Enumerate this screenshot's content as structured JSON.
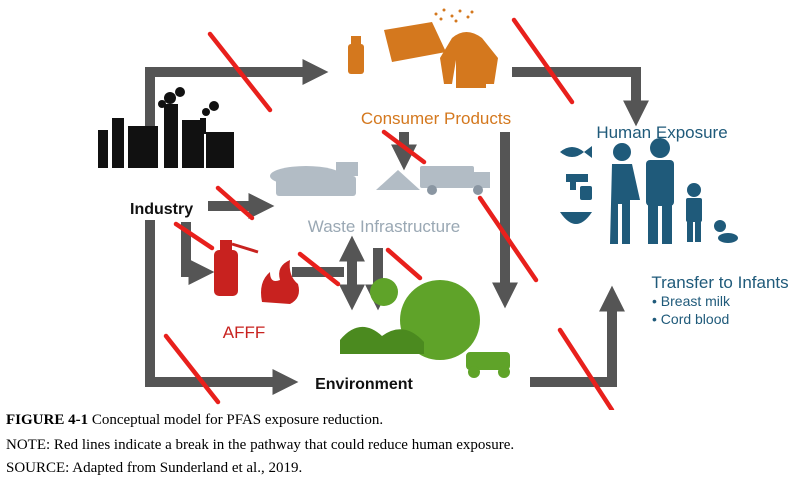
{
  "nodes": {
    "consumer_products": "Consumer Products",
    "human_exposure": "Human Exposure",
    "industry": "Industry",
    "waste_infrastructure": "Waste Infrastructure",
    "afff": "AFFF",
    "environment": "Environment",
    "transfer_to_infants": "Transfer to Infants",
    "transfer_items": [
      "• Breast milk",
      "• Cord blood"
    ]
  },
  "caption": {
    "figure_label": "FIGURE 4-1",
    "figure_title": "Conceptual model for PFAS exposure reduction.",
    "note": "NOTE: Red lines indicate a break in the pathway that could reduce human exposure.",
    "source": "SOURCE: Adapted from Sunderland et al., 2019."
  },
  "colors": {
    "arrow": "#555555",
    "break_line": "#e8201c",
    "consumer": "#d4781e",
    "human": "#1f5a7a",
    "industry": "#111111",
    "waste": "#9aa8b4",
    "afff": "#c8221f",
    "environment": "#5fa329"
  }
}
